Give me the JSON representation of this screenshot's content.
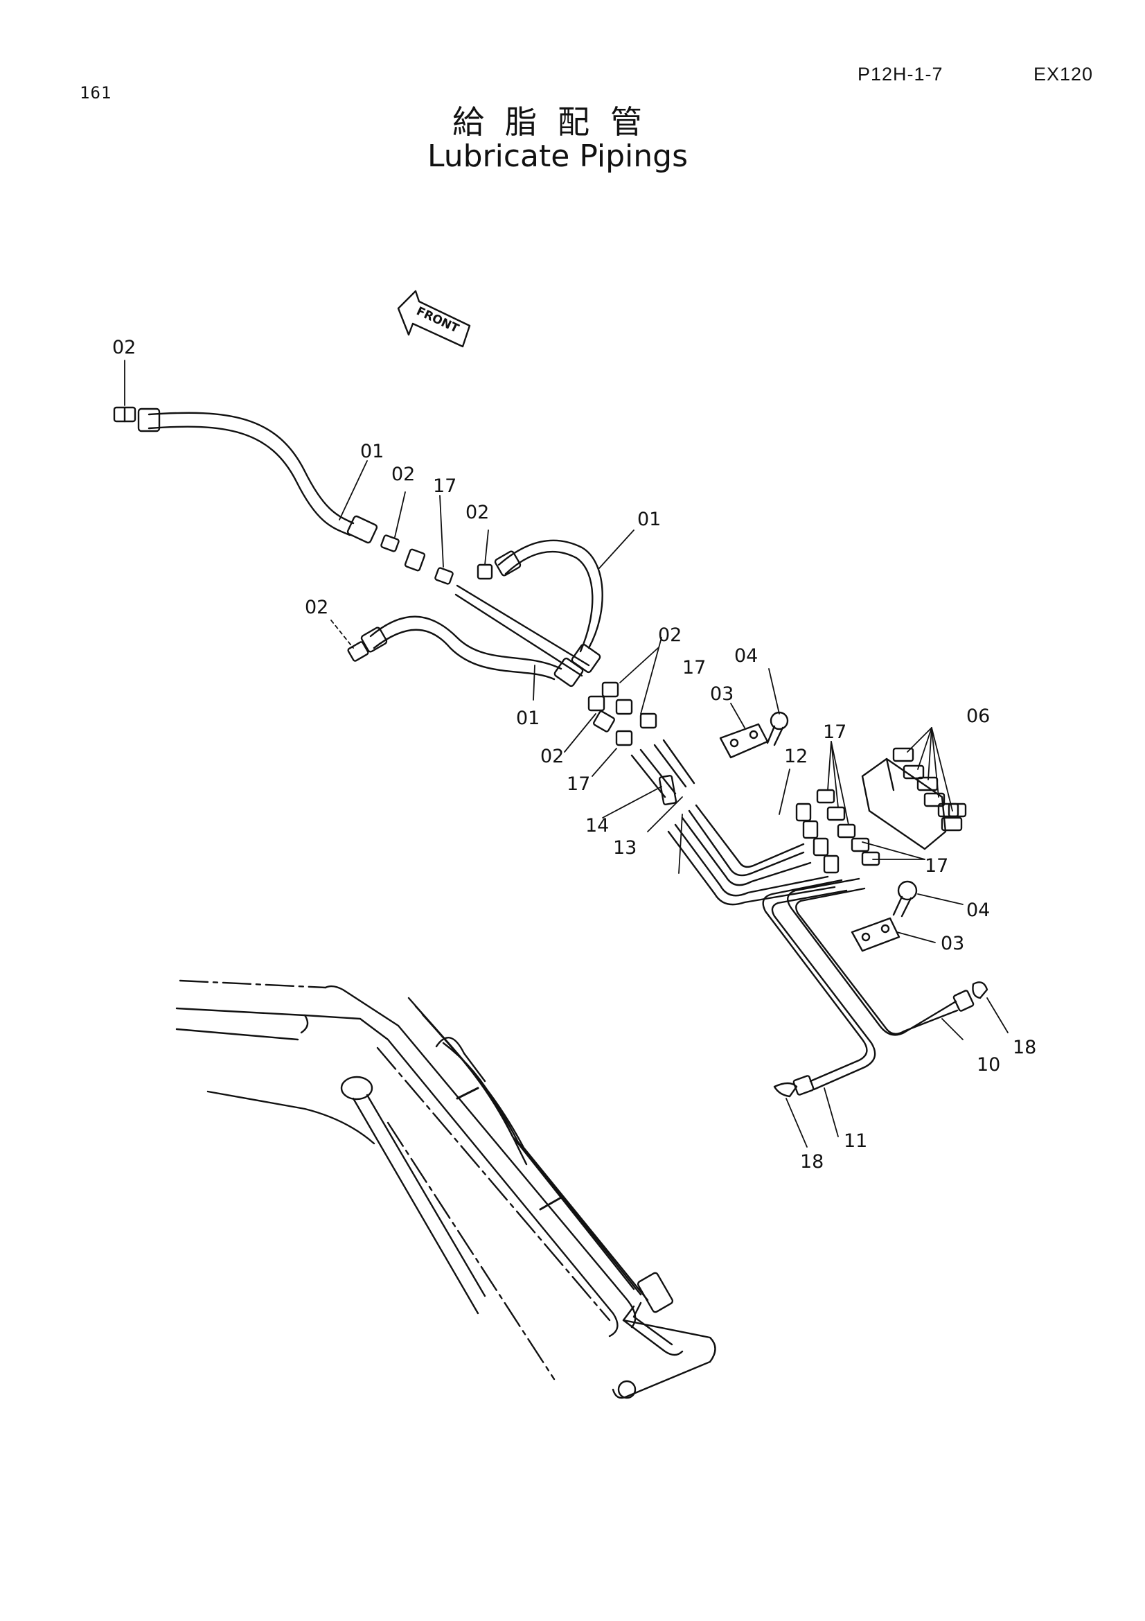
{
  "header": {
    "page_number": "161",
    "doc_code": "P12H-1-7",
    "model": "EX120",
    "title_jp": "給脂配管",
    "title_en": "Lubricate Pipings"
  },
  "front_label": "FRONT",
  "callouts": {
    "c02_top": "02",
    "c01_a": "01",
    "c02_b": "02",
    "c17_a": "17",
    "c02_c": "02",
    "c01_b": "01",
    "c02_left": "02",
    "c01_c": "01",
    "c02_d": "02",
    "c17_b": "17",
    "c02_e": "02",
    "c17_c": "17",
    "c04_a": "04",
    "c03_a": "03",
    "c06": "06",
    "c17_d": "17",
    "c12": "12",
    "c14": "14",
    "c13": "13",
    "c17_e": "17",
    "c04_b": "04",
    "c03_b": "03",
    "c18_a": "18",
    "c10": "10",
    "c11": "11",
    "c18_b": "18"
  }
}
